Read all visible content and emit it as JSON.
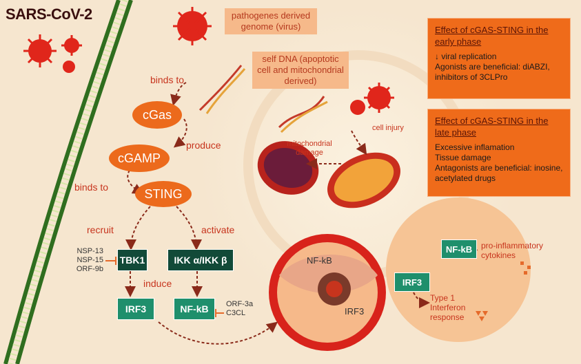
{
  "title": "SARS-CoV-2",
  "pathogen_label": "pathogenes derived genome (virus)",
  "self_dna_label": "self DNA (apoptotic cell and mitochondrial derived)",
  "nodes": {
    "cgas": "cGas",
    "cgamp": "cGAMP",
    "sting": "STING",
    "tbk1": "TBK1",
    "ikk": "IKK α/IKK β",
    "irf3": "IRF3",
    "nfkb": "NF-kB"
  },
  "edges": {
    "binds_to_1": "binds to",
    "produce": "produce",
    "binds_to_2": "binds to",
    "recruit": "recruit",
    "activate": "activate",
    "induce": "induce"
  },
  "inhibitors_tbk1": [
    "NSP-13",
    "NSP-15",
    "ORF-9b"
  ],
  "inhibitors_nfkb": [
    "ORF-3a",
    "C3CL"
  ],
  "mito": {
    "damage": "mitochondrial damage",
    "injury": "cell injury"
  },
  "cell": {
    "nfkb": "NF-kB",
    "irf3": "IRF3"
  },
  "response": {
    "nfkb": "NF-kB",
    "irf3": "IRF3",
    "proinflam": "pro-inflammatory cytokines",
    "interferon": "Type 1 Interferon response"
  },
  "early_panel": {
    "heading": "Effect of cGAS-STING in the early phase",
    "lines": [
      "↓ viral replication",
      "Agonists are beneficial: diABZI, inhibitors of 3CLPro"
    ]
  },
  "late_panel": {
    "heading": "Effect of cGAS-STING in the late phase",
    "lines": [
      "Excessive inflamation",
      "Tissue damage",
      "Antagonists are beneficial: inosine, acetylated drugs"
    ]
  },
  "colors": {
    "accent": "#ec6a1c",
    "green": "#1f8f6c",
    "dark_green": "#124a38",
    "red": "#c7341d",
    "membrane": "#2f6e1f"
  }
}
